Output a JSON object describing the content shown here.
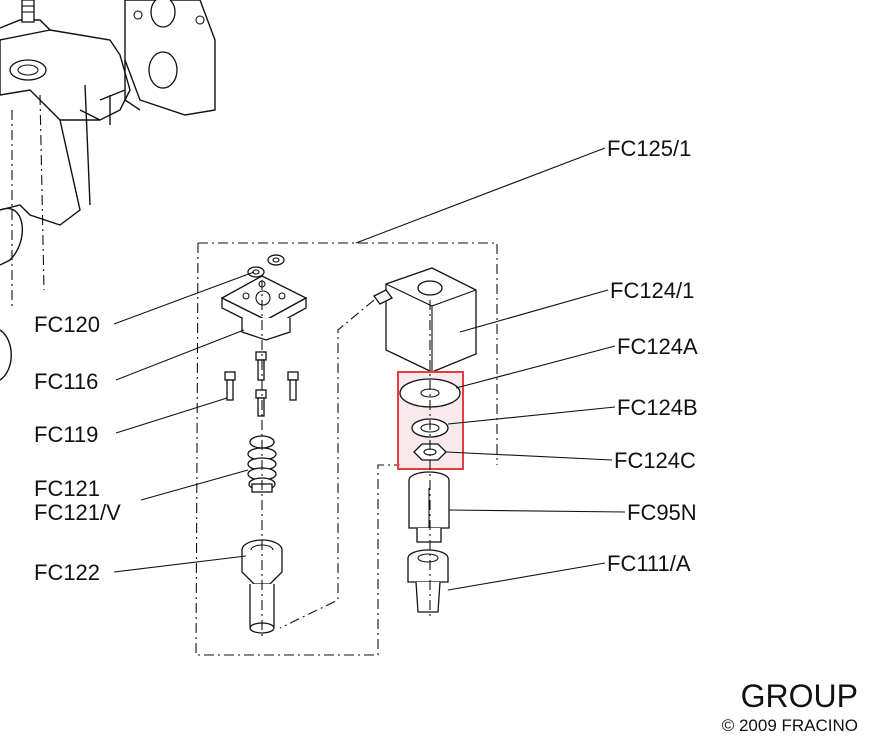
{
  "labels": {
    "fc125_1": "FC125/1",
    "fc120": "FC120",
    "fc116": "FC116",
    "fc119": "FC119",
    "fc121": "FC121",
    "fc121v": "FC121/V",
    "fc122": "FC122",
    "fc124_1": "FC124/1",
    "fc124a": "FC124A",
    "fc124b": "FC124B",
    "fc124c": "FC124C",
    "fc95n": "FC95N",
    "fc111a": "FC111/A"
  },
  "footer": {
    "group": "GROUP",
    "copyright": "© 2009 FRACINO"
  },
  "colors": {
    "highlight": "#e53b43",
    "highlight_fill": "#f3d7dc",
    "line": "#111111"
  }
}
